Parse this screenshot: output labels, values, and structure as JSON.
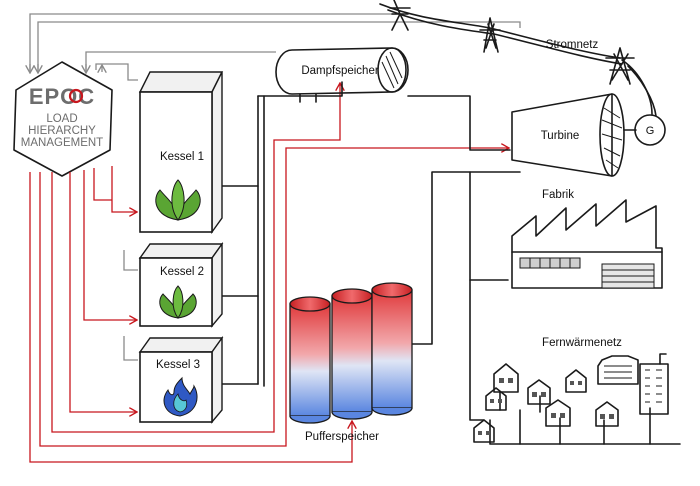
{
  "controller": {
    "logo": "EPOC",
    "lines": [
      "LOAD",
      "HIERARCHY",
      "MANAGEMENT"
    ]
  },
  "boilers": [
    {
      "label": "Kessel 1",
      "fuel": "leaf-icon"
    },
    {
      "label": "Kessel 2",
      "fuel": "leaf-icon"
    },
    {
      "label": "Kessel 3",
      "fuel": "gas-flame-icon"
    }
  ],
  "steam_storage": {
    "label": "Dampfspeicher"
  },
  "turbine": {
    "label": "Turbine"
  },
  "generator": {
    "label": "G"
  },
  "grid": {
    "label": "Stromnetz"
  },
  "factory": {
    "label": "Fabrik"
  },
  "district_heating": {
    "label": "Fernwärmenetz"
  },
  "buffer_storage": {
    "label": "Pufferspeicher"
  },
  "colors": {
    "control_line": "#c8161d",
    "feedback_line": "#8a8a8a",
    "leaf": "#5aa533",
    "flame": "#2f59c4",
    "tank_hot": "#e0393b",
    "tank_cold": "#5a86e0"
  }
}
